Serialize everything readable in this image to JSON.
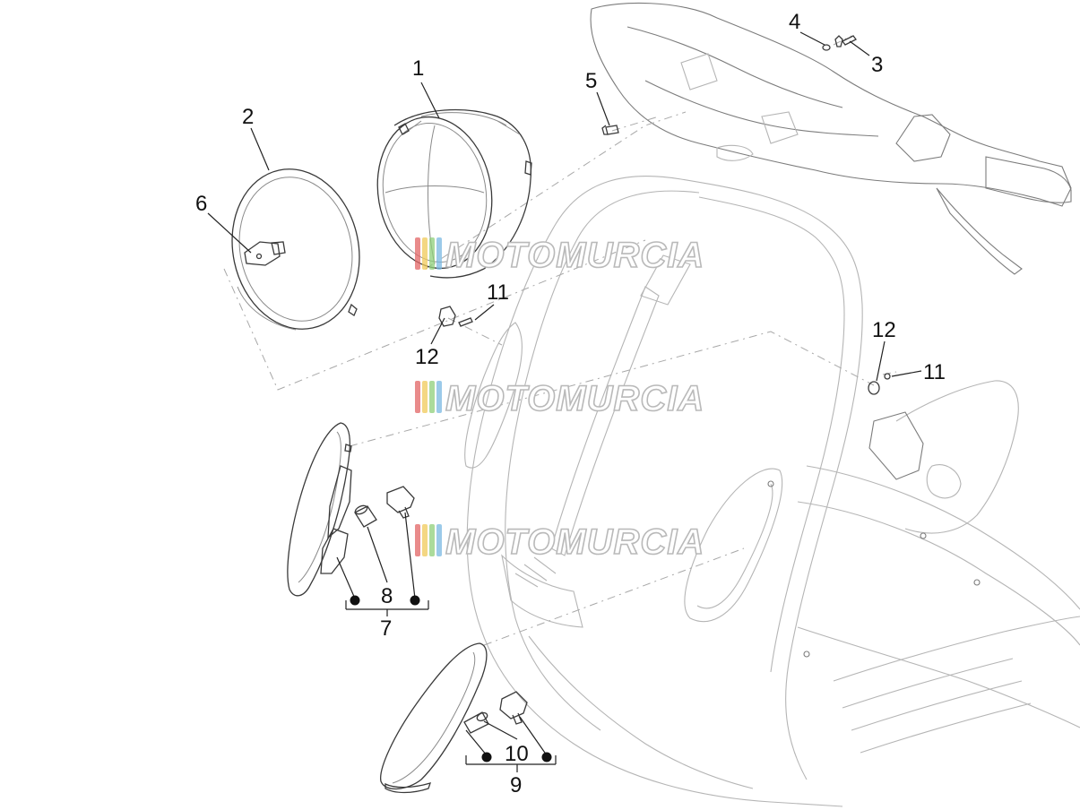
{
  "diagram": {
    "callouts": [
      {
        "id": "c1",
        "label": "1"
      },
      {
        "id": "c2",
        "label": "2"
      },
      {
        "id": "c3",
        "label": "3"
      },
      {
        "id": "c4",
        "label": "4"
      },
      {
        "id": "c5",
        "label": "5"
      },
      {
        "id": "c6",
        "label": "6"
      },
      {
        "id": "c7",
        "label": "7"
      },
      {
        "id": "c8",
        "label": "8"
      },
      {
        "id": "c9",
        "label": "9"
      },
      {
        "id": "c10",
        "label": "10"
      },
      {
        "id": "c11a",
        "label": "11"
      },
      {
        "id": "c11b",
        "label": "11"
      },
      {
        "id": "c12a",
        "label": "12"
      },
      {
        "id": "c12b",
        "label": "12"
      }
    ],
    "watermark": {
      "text": "MOTOMURCIA",
      "stripe_colors": [
        "#e26464",
        "#f0c95a",
        "#8fcf7a",
        "#7ab8e2"
      ]
    }
  }
}
